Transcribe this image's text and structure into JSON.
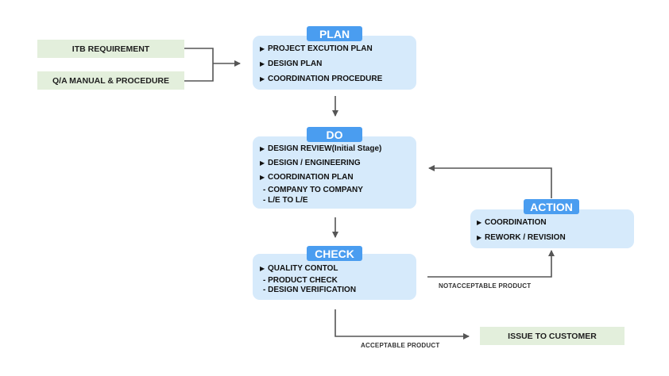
{
  "inputs": {
    "itb": "ITB REQUIREMENT",
    "qa": "Q/A MANUAL & PROCEDURE"
  },
  "plan": {
    "title": "PLAN",
    "items": [
      "PROJECT EXCUTION PLAN",
      "DESIGN PLAN",
      "COORDINATION PROCEDURE"
    ]
  },
  "do": {
    "title": "DO",
    "items": [
      "DESIGN REVIEW(Initial Stage)",
      "DESIGN / ENGINEERING",
      "COORDINATION PLAN"
    ],
    "subitems": [
      "- COMPANY TO COMPANY",
      "- L/E TO L/E"
    ]
  },
  "check": {
    "title": "CHECK",
    "items": [
      "QUALITY CONTOL"
    ],
    "subitems": [
      "- PRODUCT CHECK",
      "- DESIGN VERIFICATION"
    ]
  },
  "action": {
    "title": "ACTION",
    "items": [
      "COORDINATION",
      "REWORK / REVISION"
    ]
  },
  "output": {
    "issue": "ISSUE TO CUSTOMER"
  },
  "flows": {
    "not_acceptable": "NOTACCEPTABLE PRODUCT",
    "acceptable": "ACCEPTABLE PRODUCT"
  },
  "colors": {
    "stage_fill": "#d6eafb",
    "title_fill": "#4a9df0",
    "input_fill": "#e3efdc",
    "arrow": "#555555"
  }
}
